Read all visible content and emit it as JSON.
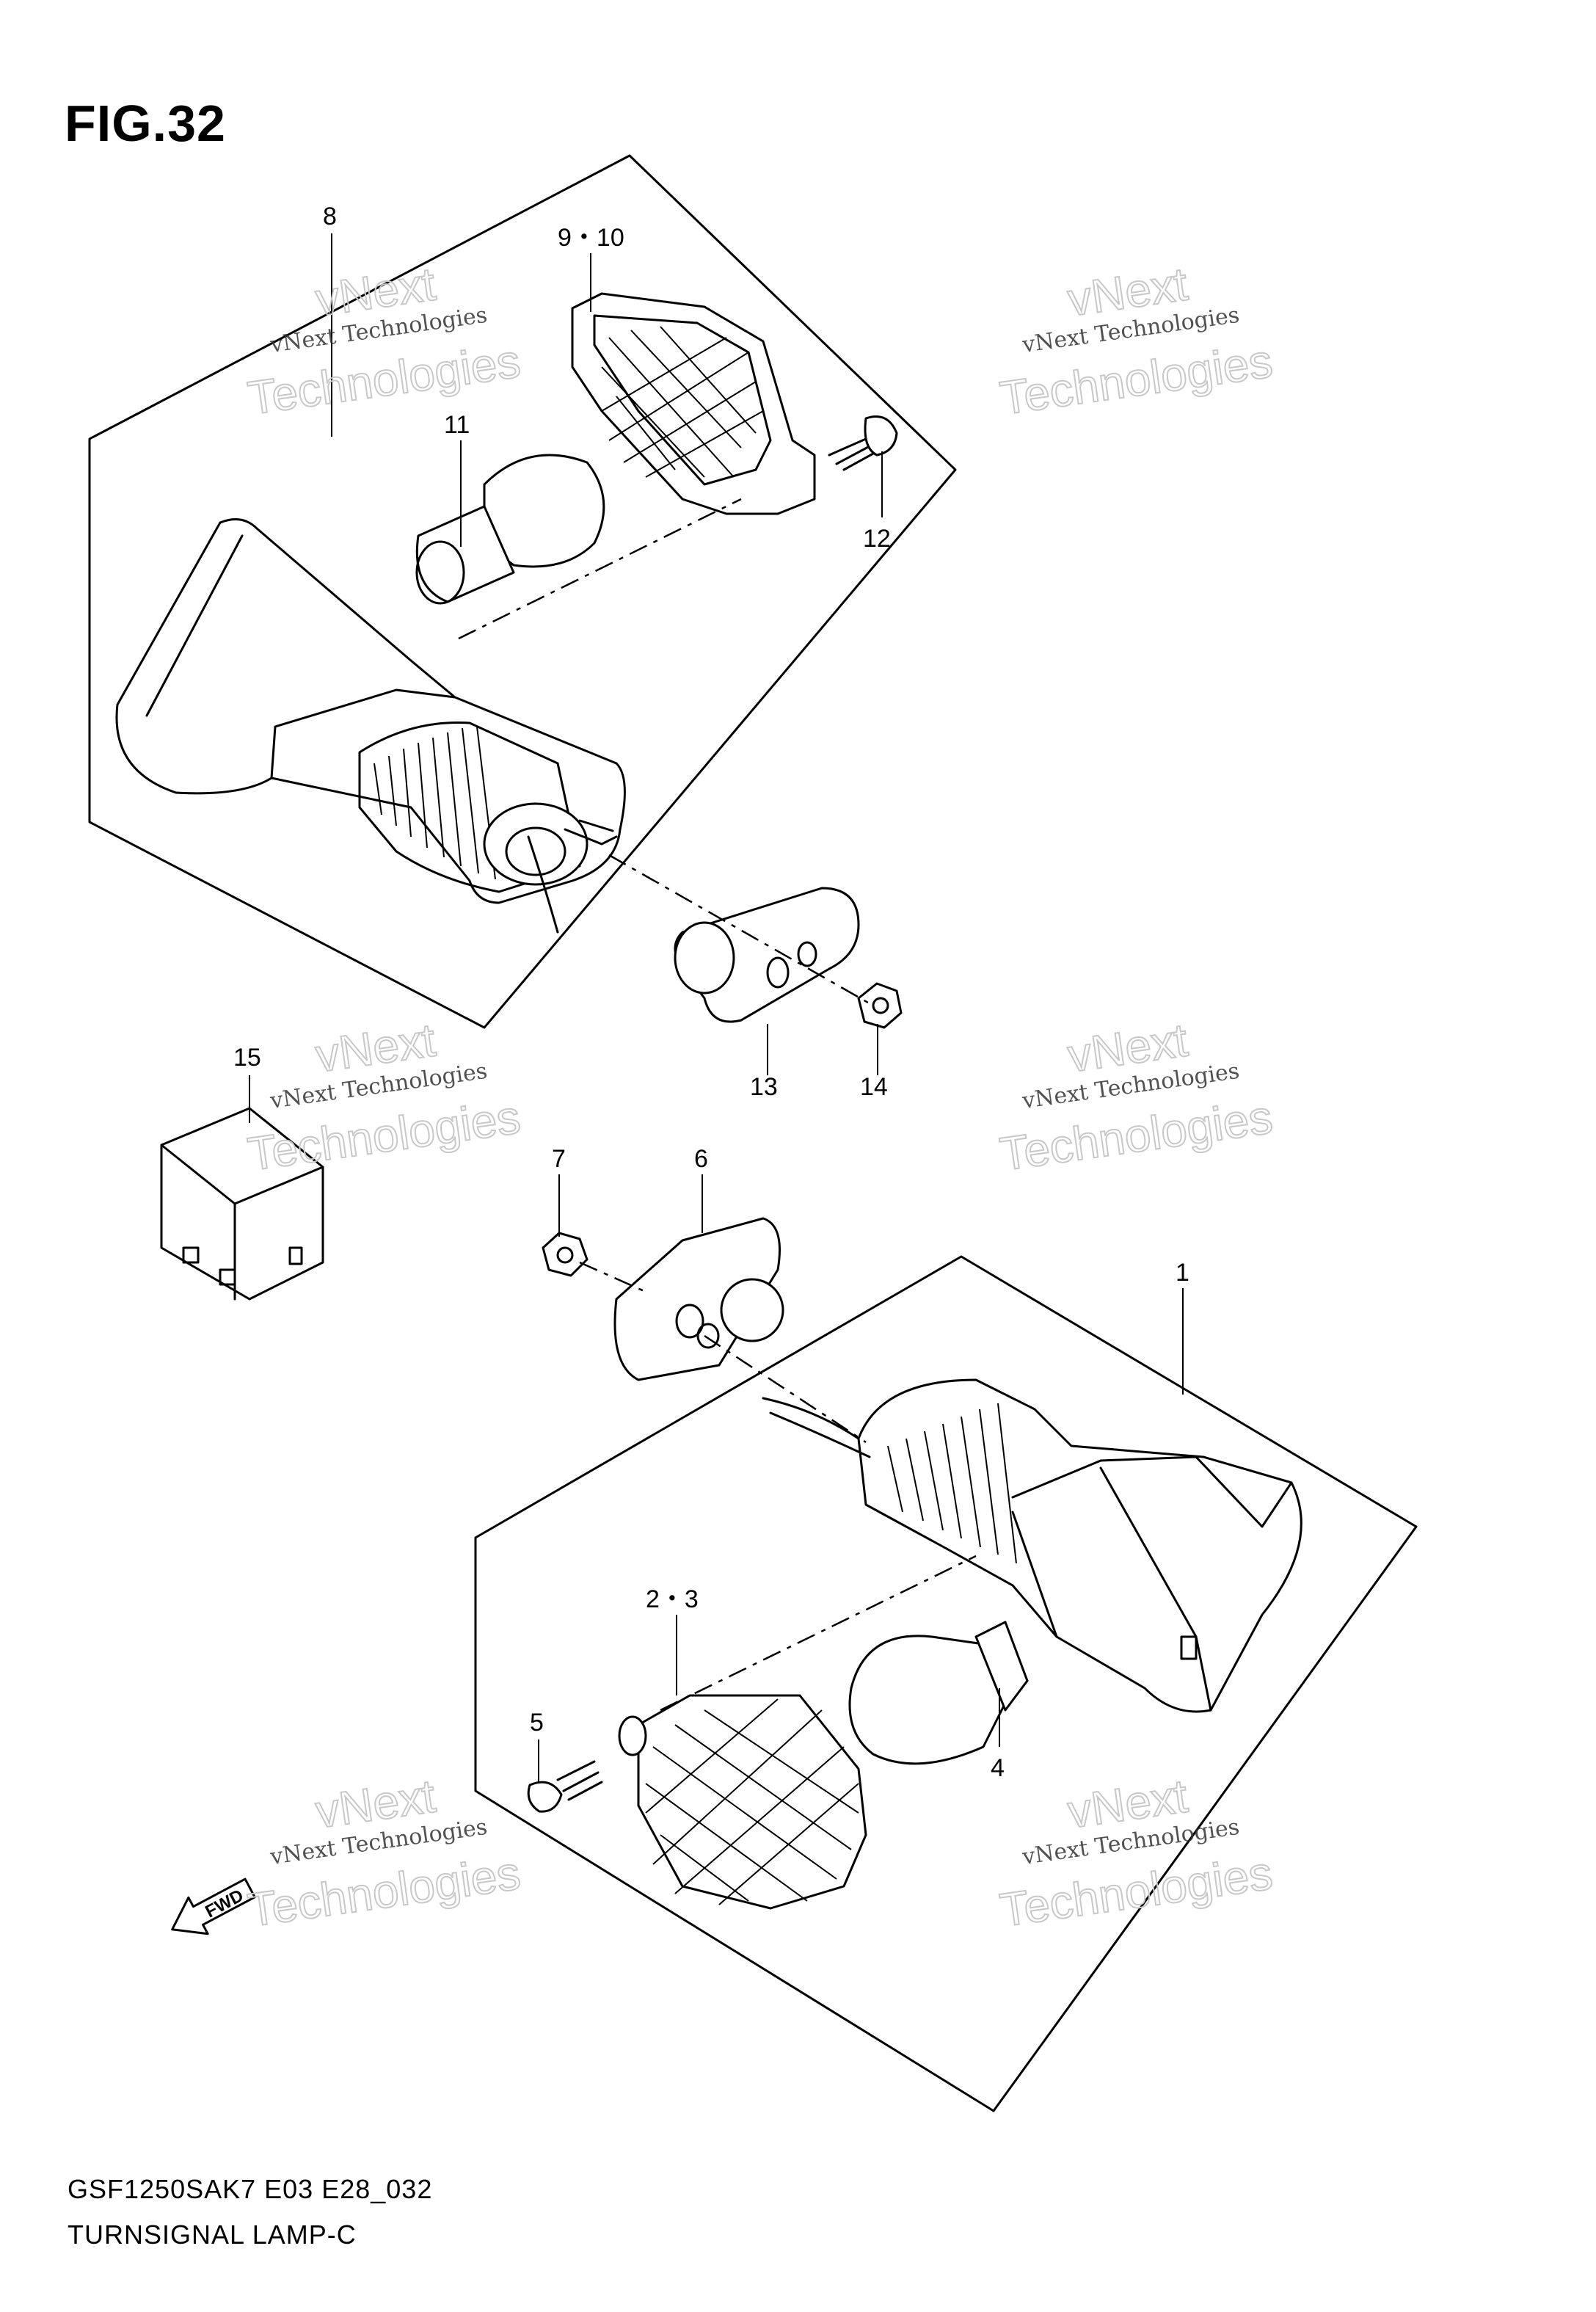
{
  "figure": {
    "title": "FIG.32"
  },
  "footer": {
    "model_code": "GSF1250SAK7 E03 E28_032",
    "part_name": "TURNSIGNAL LAMP-C"
  },
  "callouts": {
    "c1": "1",
    "c2_3": "2・3",
    "c4": "4",
    "c5": "5",
    "c6": "6",
    "c7": "7",
    "c8": "8",
    "c9_10": "9・10",
    "c11": "11",
    "c12": "12",
    "c13": "13",
    "c14": "14",
    "c15": "15"
  },
  "watermark": {
    "line1": "vNext Technologies",
    "line2": "vNext",
    "line3": "Technologies"
  },
  "fwd_label": "FWD"
}
